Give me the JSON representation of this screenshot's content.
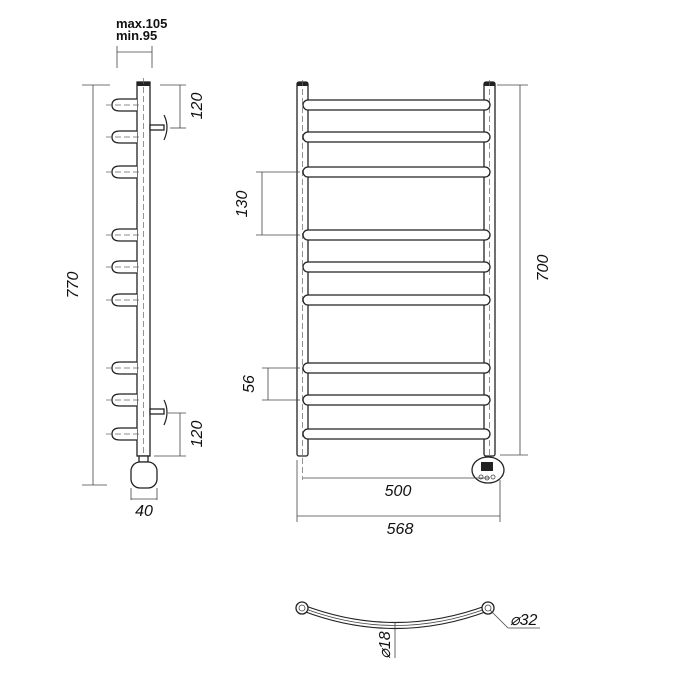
{
  "labels": {
    "max_depth": "max.105",
    "min_depth": "min.95",
    "total_height": "770",
    "valve_offset_top": "120",
    "valve_offset_bottom": "120",
    "heater_width": "40",
    "rung_gap_large": "130",
    "rung_gap_small": "56",
    "frame_height": "700",
    "center_distance": "500",
    "total_width": "568",
    "rung_diameter": "⌀18",
    "riser_diameter": "⌀32"
  },
  "rung_count": 9
}
